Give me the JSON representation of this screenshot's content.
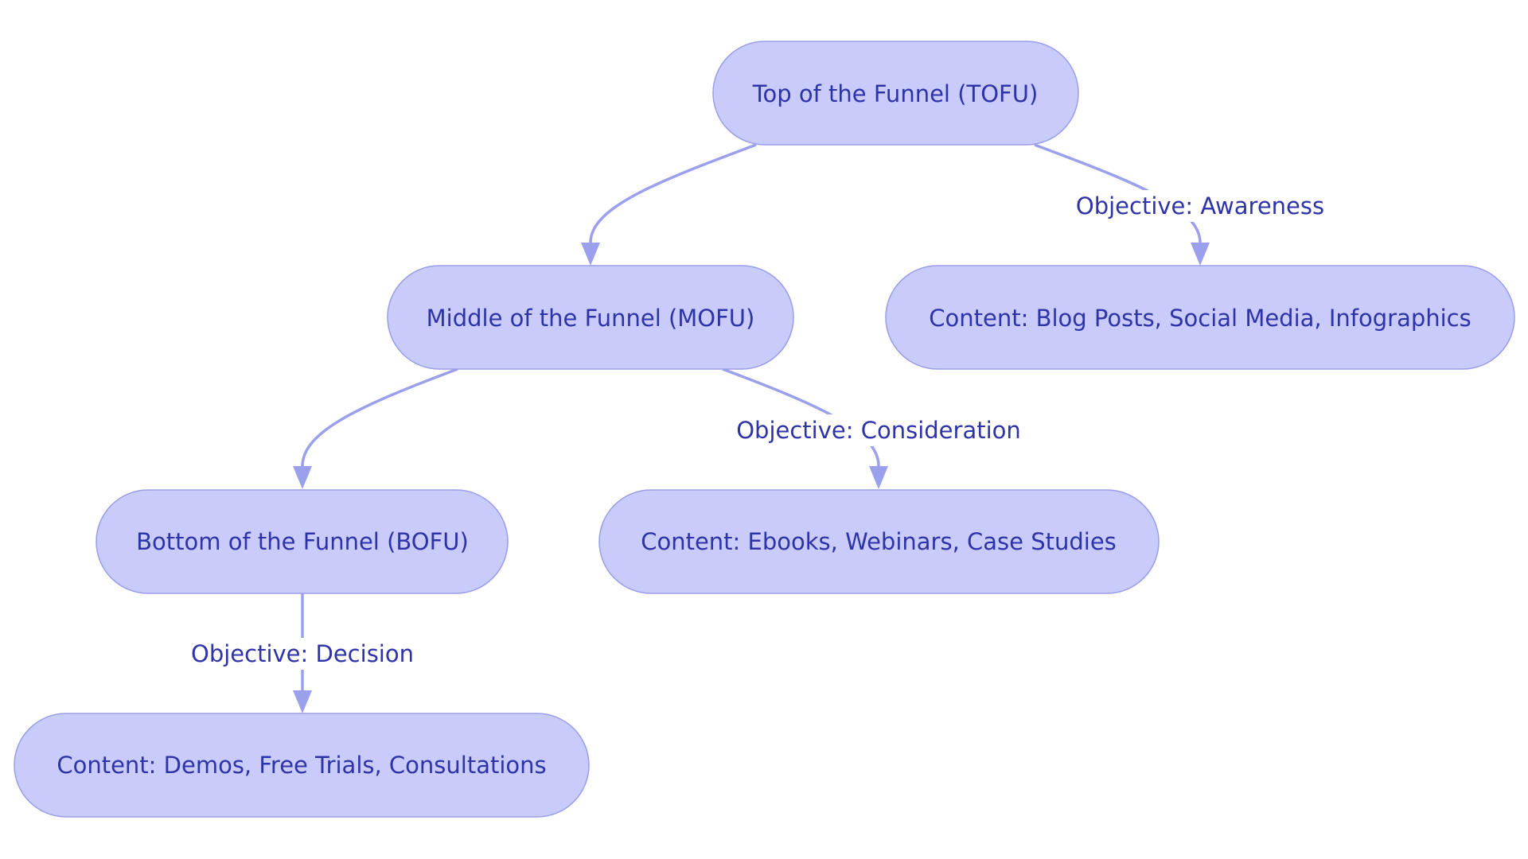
{
  "nodes": {
    "tofu": "Top of the Funnel (TOFU)",
    "mofu": "Middle of the Funnel (MOFU)",
    "bofu": "Bottom of the Funnel (BOFU)",
    "tofu_content": "Content: Blog Posts, Social Media, Infographics",
    "mofu_content": "Content: Ebooks, Webinars, Case Studies",
    "bofu_content": "Content: Demos, Free Trials, Consultations"
  },
  "edges": {
    "tofu_objective": "Objective: Awareness",
    "mofu_objective": "Objective: Consideration",
    "bofu_objective": "Objective: Decision"
  },
  "colors": {
    "node_fill": "#c9cbfb",
    "node_stroke": "#9a9ee8",
    "edge": "#9ba0ec",
    "text": "#2e33a8"
  }
}
